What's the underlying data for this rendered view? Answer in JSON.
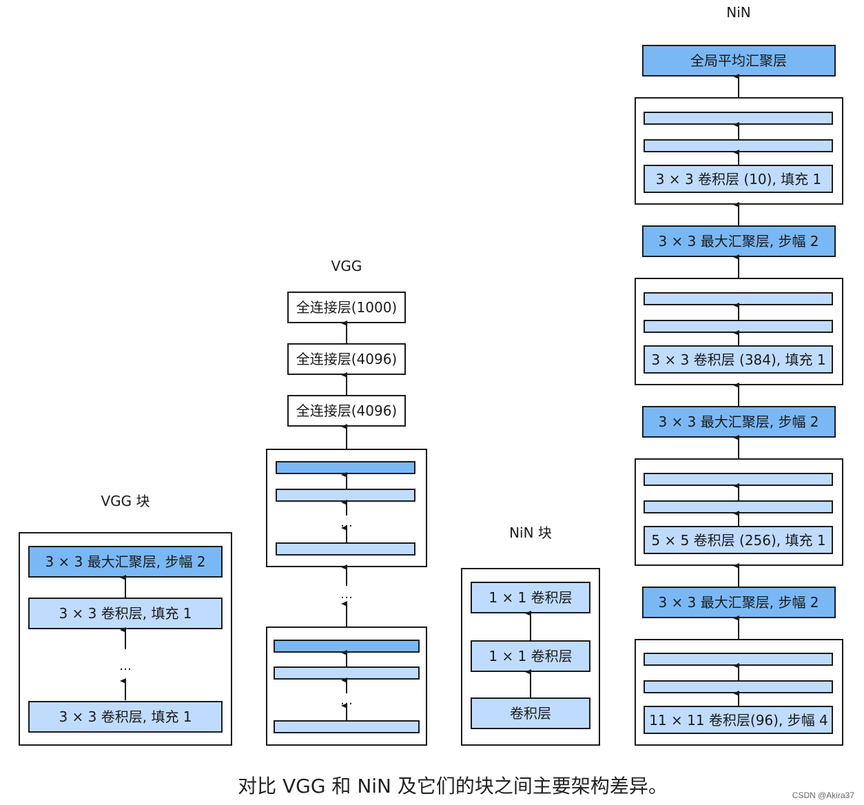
{
  "titles": {
    "vgg_block": "VGG 块",
    "vgg": "VGG",
    "nin_block": "NiN 块",
    "nin": "NiN"
  },
  "vgg_block": {
    "pool": "3 × 3 最大汇聚层, 步幅 2",
    "conv_top": "3 × 3 卷积层, 填充 1",
    "conv_bottom": "3 × 3 卷积层, 填充 1",
    "ellipsis": "…"
  },
  "vgg": {
    "fc_1000": "全连接层(1000)",
    "fc_4096_a": "全连接层(4096)",
    "fc_4096_b": "全连接层(4096)",
    "ellipsis": "…"
  },
  "nin_block": {
    "conv1x1_top": "1 × 1 卷积层",
    "conv1x1_mid": "1 × 1 卷积层",
    "conv": "卷积层"
  },
  "nin": {
    "gap": "全局平均汇聚层",
    "conv_10": "3 × 3 卷积层 (10), 填充 1",
    "pool_3": "3 × 3 最大汇聚层, 步幅 2",
    "conv_384": "3 × 3 卷积层 (384), 填充 1",
    "pool_2": "3 × 3 最大汇聚层, 步幅 2",
    "conv_256": "5 × 5 卷积层 (256), 填充 1",
    "pool_1": "3 × 3 最大汇聚层, 步幅 2",
    "conv_96": "11 × 11 卷积层(96), 步幅 4"
  },
  "caption": "对比 VGG 和 NiN 及它们的块之间主要架构差异。",
  "watermark": "CSDN @Akira37",
  "colors": {
    "pool_fill": "#7ab8f5",
    "conv_fill": "#bfdcff",
    "fc_fill": "#ffffff",
    "stroke": "#1a1a1a"
  }
}
